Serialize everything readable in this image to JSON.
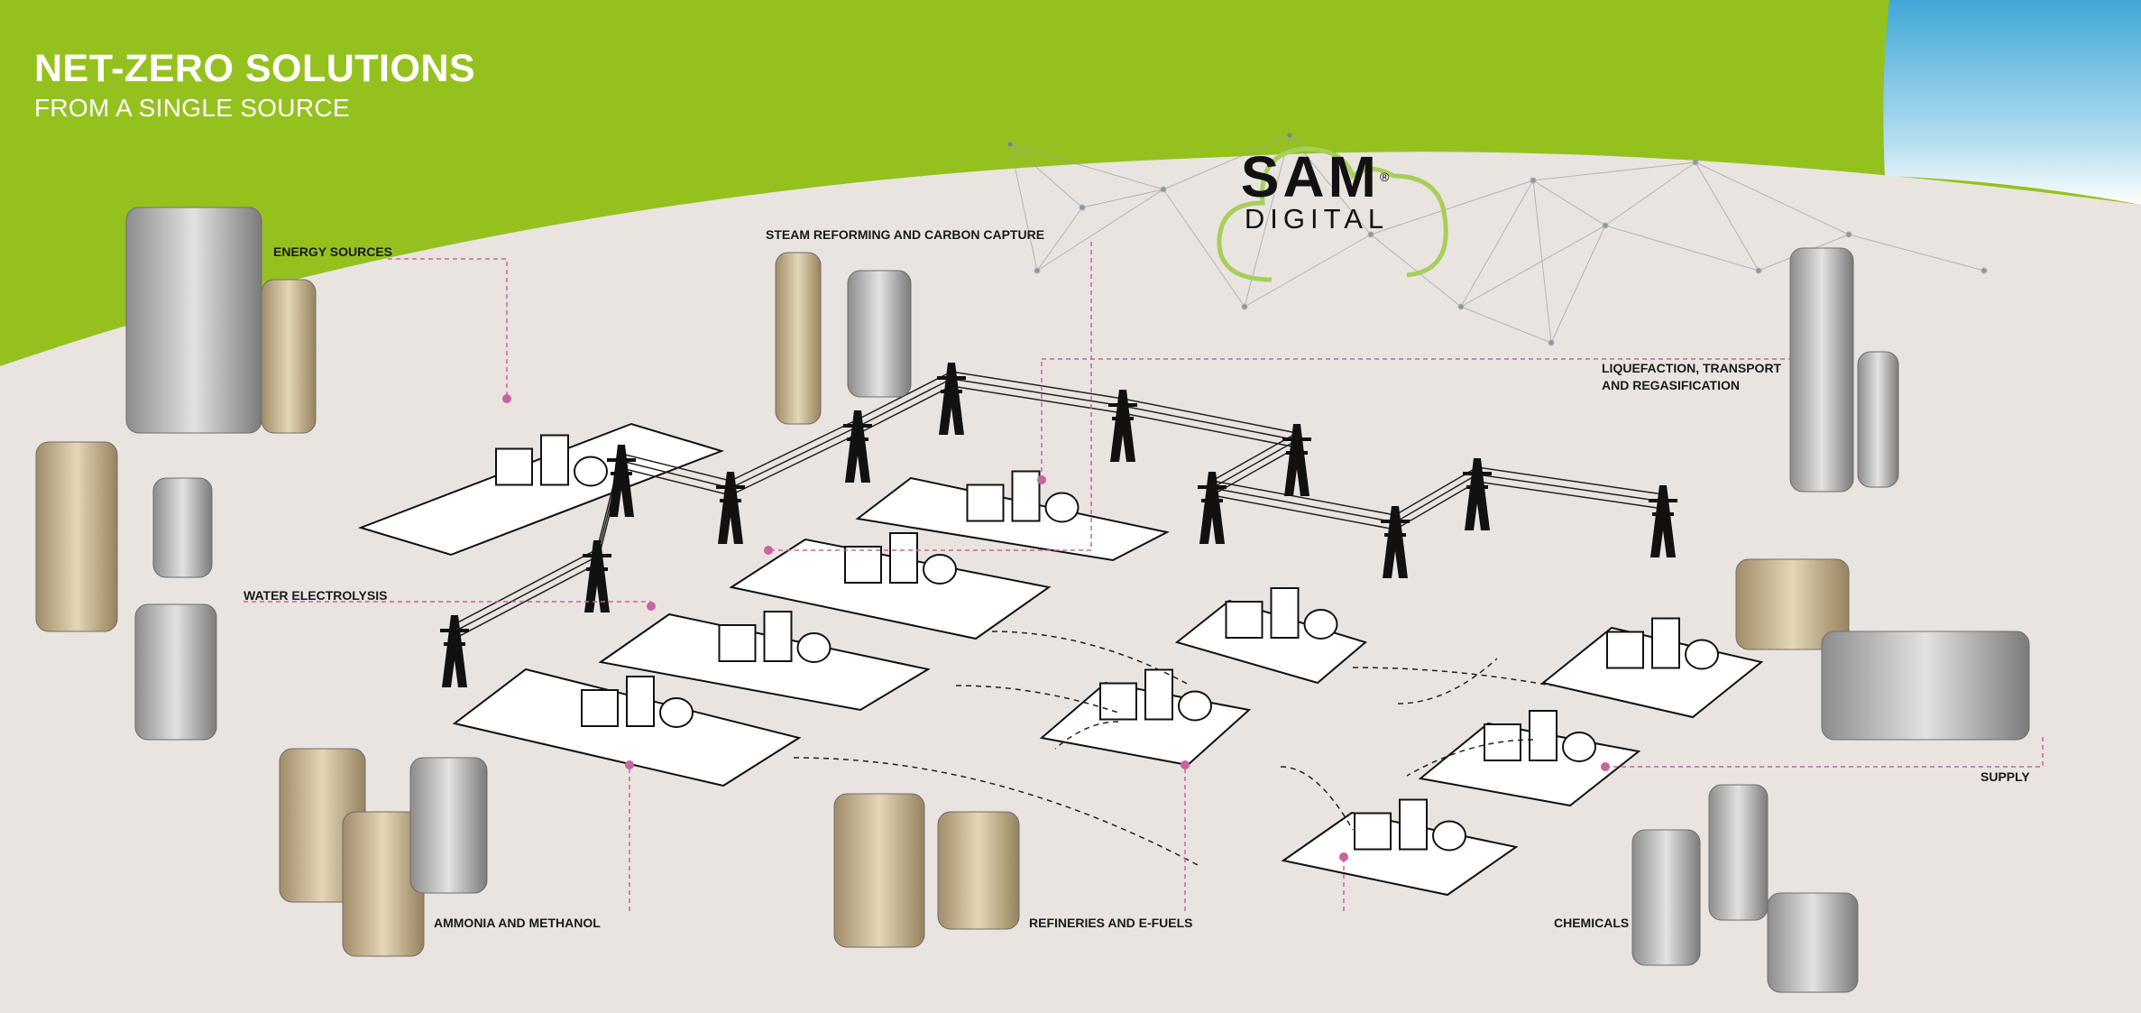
{
  "header": {
    "title": "NET-ZERO SOLUTIONS",
    "subtitle": "FROM A SINGLE SOURCE"
  },
  "logo": {
    "brand": "SAM",
    "registered": "®",
    "sub": "DIGITAL"
  },
  "labels": {
    "energy_sources": "ENERGY SOURCES",
    "steam_reforming": "STEAM REFORMING AND CARBON CAPTURE",
    "liquefaction_1": "LIQUEFACTION, TRANSPORT",
    "liquefaction_2": "AND REGASIFICATION",
    "water_electrolysis": "WATER ELECTROLYSIS",
    "supply": "SUPPLY",
    "ammonia": "AMMONIA AND METHANOL",
    "refineries": "REFINERIES AND E-FUELS",
    "chemicals": "CHEMICALS"
  },
  "colors": {
    "green": "#95c11f",
    "beige": "#e9e4df",
    "leader": "#c8649f",
    "logo_ring": "#a6cf5a"
  }
}
